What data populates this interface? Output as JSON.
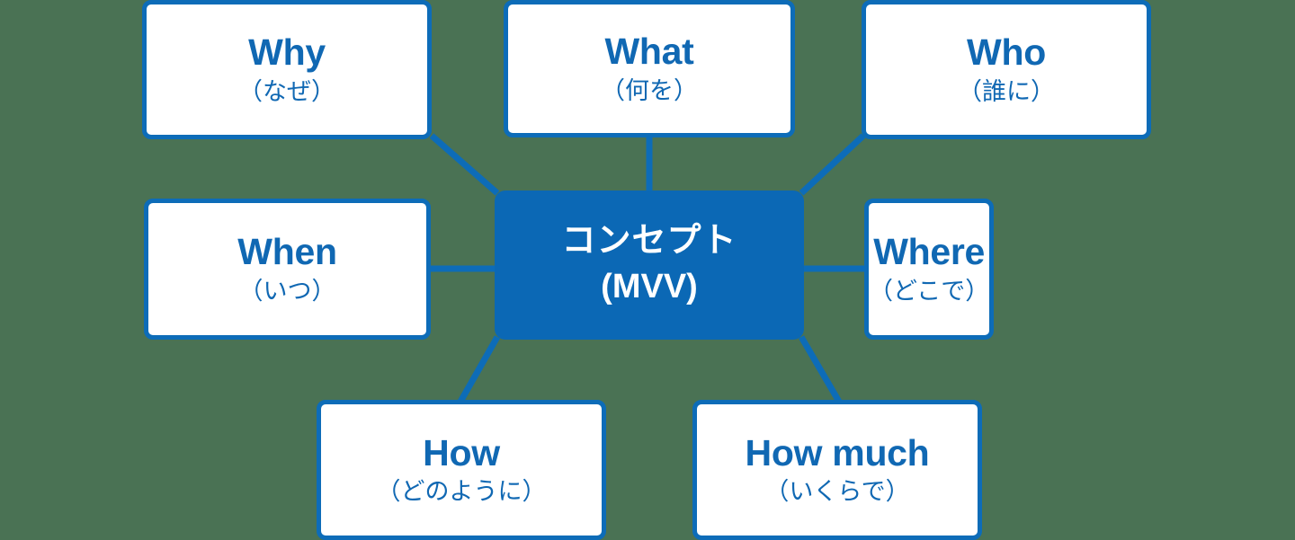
{
  "diagram": {
    "type": "hub-and-spoke",
    "title_internal": "5W2H concept map",
    "colors": {
      "background": "#4a7254",
      "accent_blue": "#0d6cb8",
      "center_fill": "#0b68b5",
      "node_fill": "#ffffff",
      "text_blue": "#1068b3",
      "text_white": "#ffffff"
    },
    "center": {
      "title": "コンセプト",
      "subtitle": "(MVV)"
    },
    "nodes": [
      {
        "id": "why",
        "title": "Why",
        "subtitle": "（なぜ）"
      },
      {
        "id": "what",
        "title": "What",
        "subtitle": "（何を）"
      },
      {
        "id": "who",
        "title": "Who",
        "subtitle": "（誰に）"
      },
      {
        "id": "when",
        "title": "When",
        "subtitle": "（いつ）"
      },
      {
        "id": "where",
        "title": "Where",
        "subtitle": "（どこで）"
      },
      {
        "id": "how",
        "title": "How",
        "subtitle": "（どのように）"
      },
      {
        "id": "how_much",
        "title": "How much",
        "subtitle": "（いくらで）"
      }
    ],
    "connectors": [
      {
        "from": "why",
        "to": "center",
        "style": "diagonal"
      },
      {
        "from": "what",
        "to": "center",
        "style": "vertical"
      },
      {
        "from": "who",
        "to": "center",
        "style": "diagonal"
      },
      {
        "from": "when",
        "to": "center",
        "style": "horizontal"
      },
      {
        "from": "where",
        "to": "center",
        "style": "horizontal"
      },
      {
        "from": "how",
        "to": "center",
        "style": "diagonal"
      },
      {
        "from": "how_much",
        "to": "center",
        "style": "diagonal"
      }
    ]
  }
}
